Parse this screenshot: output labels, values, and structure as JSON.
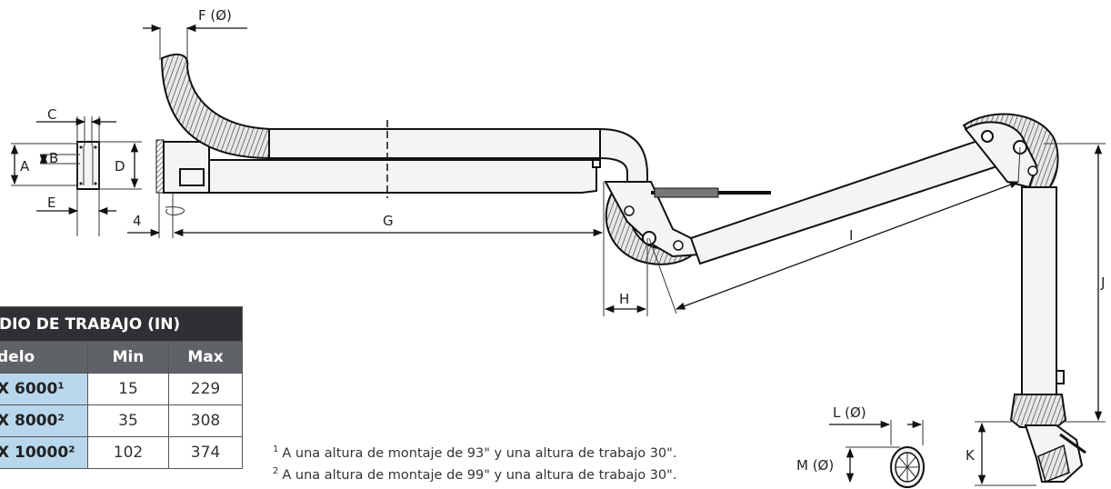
{
  "labels": {
    "f": "F (Ø)",
    "c": "C",
    "a": "A",
    "b": "B",
    "d": "D",
    "e": "E",
    "four": "4",
    "g": "G",
    "h": "H",
    "i": "I",
    "j": "J",
    "k": "K",
    "l": "L (Ø)",
    "m": "M (Ø)"
  },
  "table": {
    "title": "DIO DE TRABAJO (IN)",
    "headers": [
      "delo",
      "Min",
      "Max"
    ],
    "rows": [
      {
        "model": "X 6000¹",
        "min": "15",
        "max": "229"
      },
      {
        "model": "X 8000²",
        "min": "35",
        "max": "308"
      },
      {
        "model": "X 10000²",
        "min": "102",
        "max": "374"
      }
    ]
  },
  "notes": [
    {
      "mark": "1",
      "text": "A una altura de montaje de 93\" y una altura de trabajo 30\"."
    },
    {
      "mark": "2",
      "text": "A una altura de montaje de 99\" y una altura de trabajo 30\"."
    }
  ],
  "colors": {
    "header_dark": "#2e3033",
    "header_mid": "#5f6266",
    "model_cell": "#b9d7ec"
  }
}
